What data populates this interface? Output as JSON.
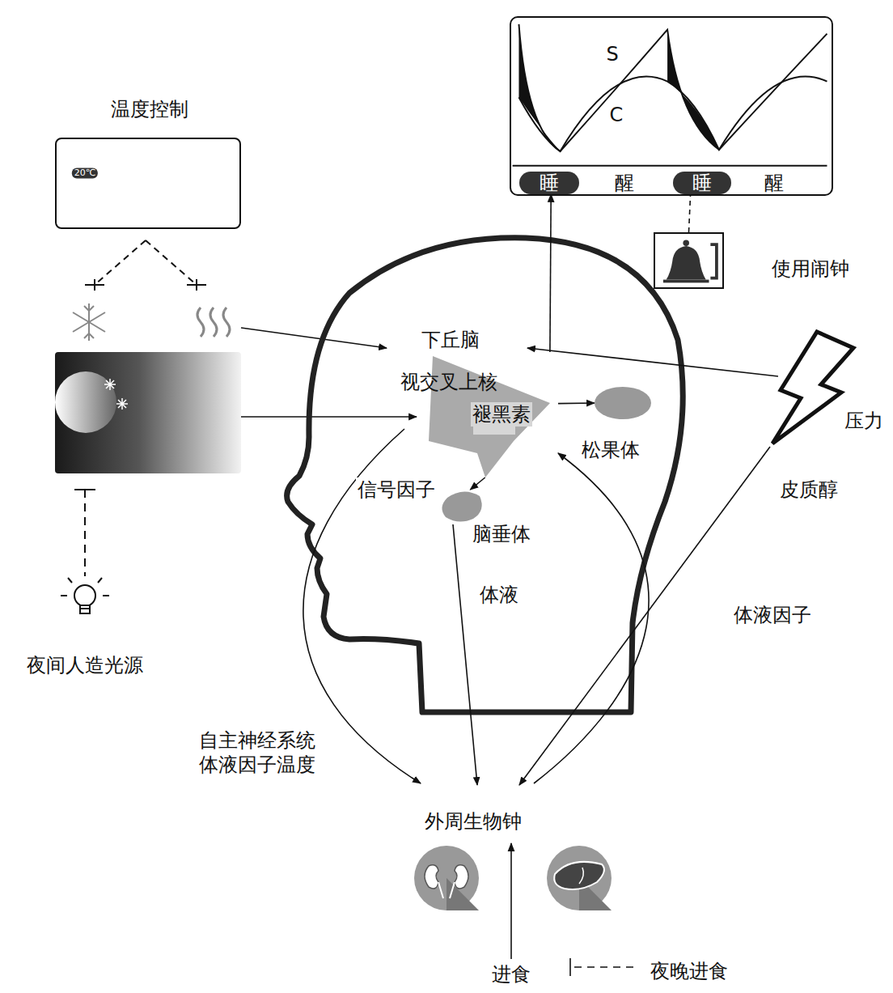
{
  "diagram": {
    "nodes": [
      {
        "text": [
          "温度控制",
          "20℃"
        ]
      },
      {
        "text": [
          "视交叉上核"
        ]
      },
      {
        "text": [
          "松果体"
        ]
      },
      {
        "text": [
          "脑垂体"
        ]
      },
      {
        "text": [
          "S",
          "C"
        ]
      },
      {
        "text": [
          "睡"
        ],
        "in": 4
      },
      {
        "text": [
          "醒"
        ],
        "in": 4
      },
      {
        "text": [
          "睡"
        ],
        "in": 4
      },
      {
        "text": [
          "醒"
        ],
        "in": 4
      },
      {
        "text": [
          "使用闹钟"
        ]
      }
    ],
    "edges": [
      {
        "from": 1,
        "to": 2,
        "label": "褪黑素",
        "arrow": "to"
      },
      {
        "from": 1,
        "to": 3,
        "label": "信号因子",
        "arrow": "to"
      },
      {
        "from": 1,
        "to": 5,
        "arrow": "to"
      },
      {
        "from": 9,
        "to": 7,
        "arrow": "to"
      }
    ],
    "labels": [
      "下丘脑",
      "压力",
      "皮质醇",
      "体液",
      "体液因子",
      "自主神经系统 体液因子温度",
      "外周生物钟",
      "进食",
      "夜晚进食",
      "夜间人造光源"
    ]
  }
}
